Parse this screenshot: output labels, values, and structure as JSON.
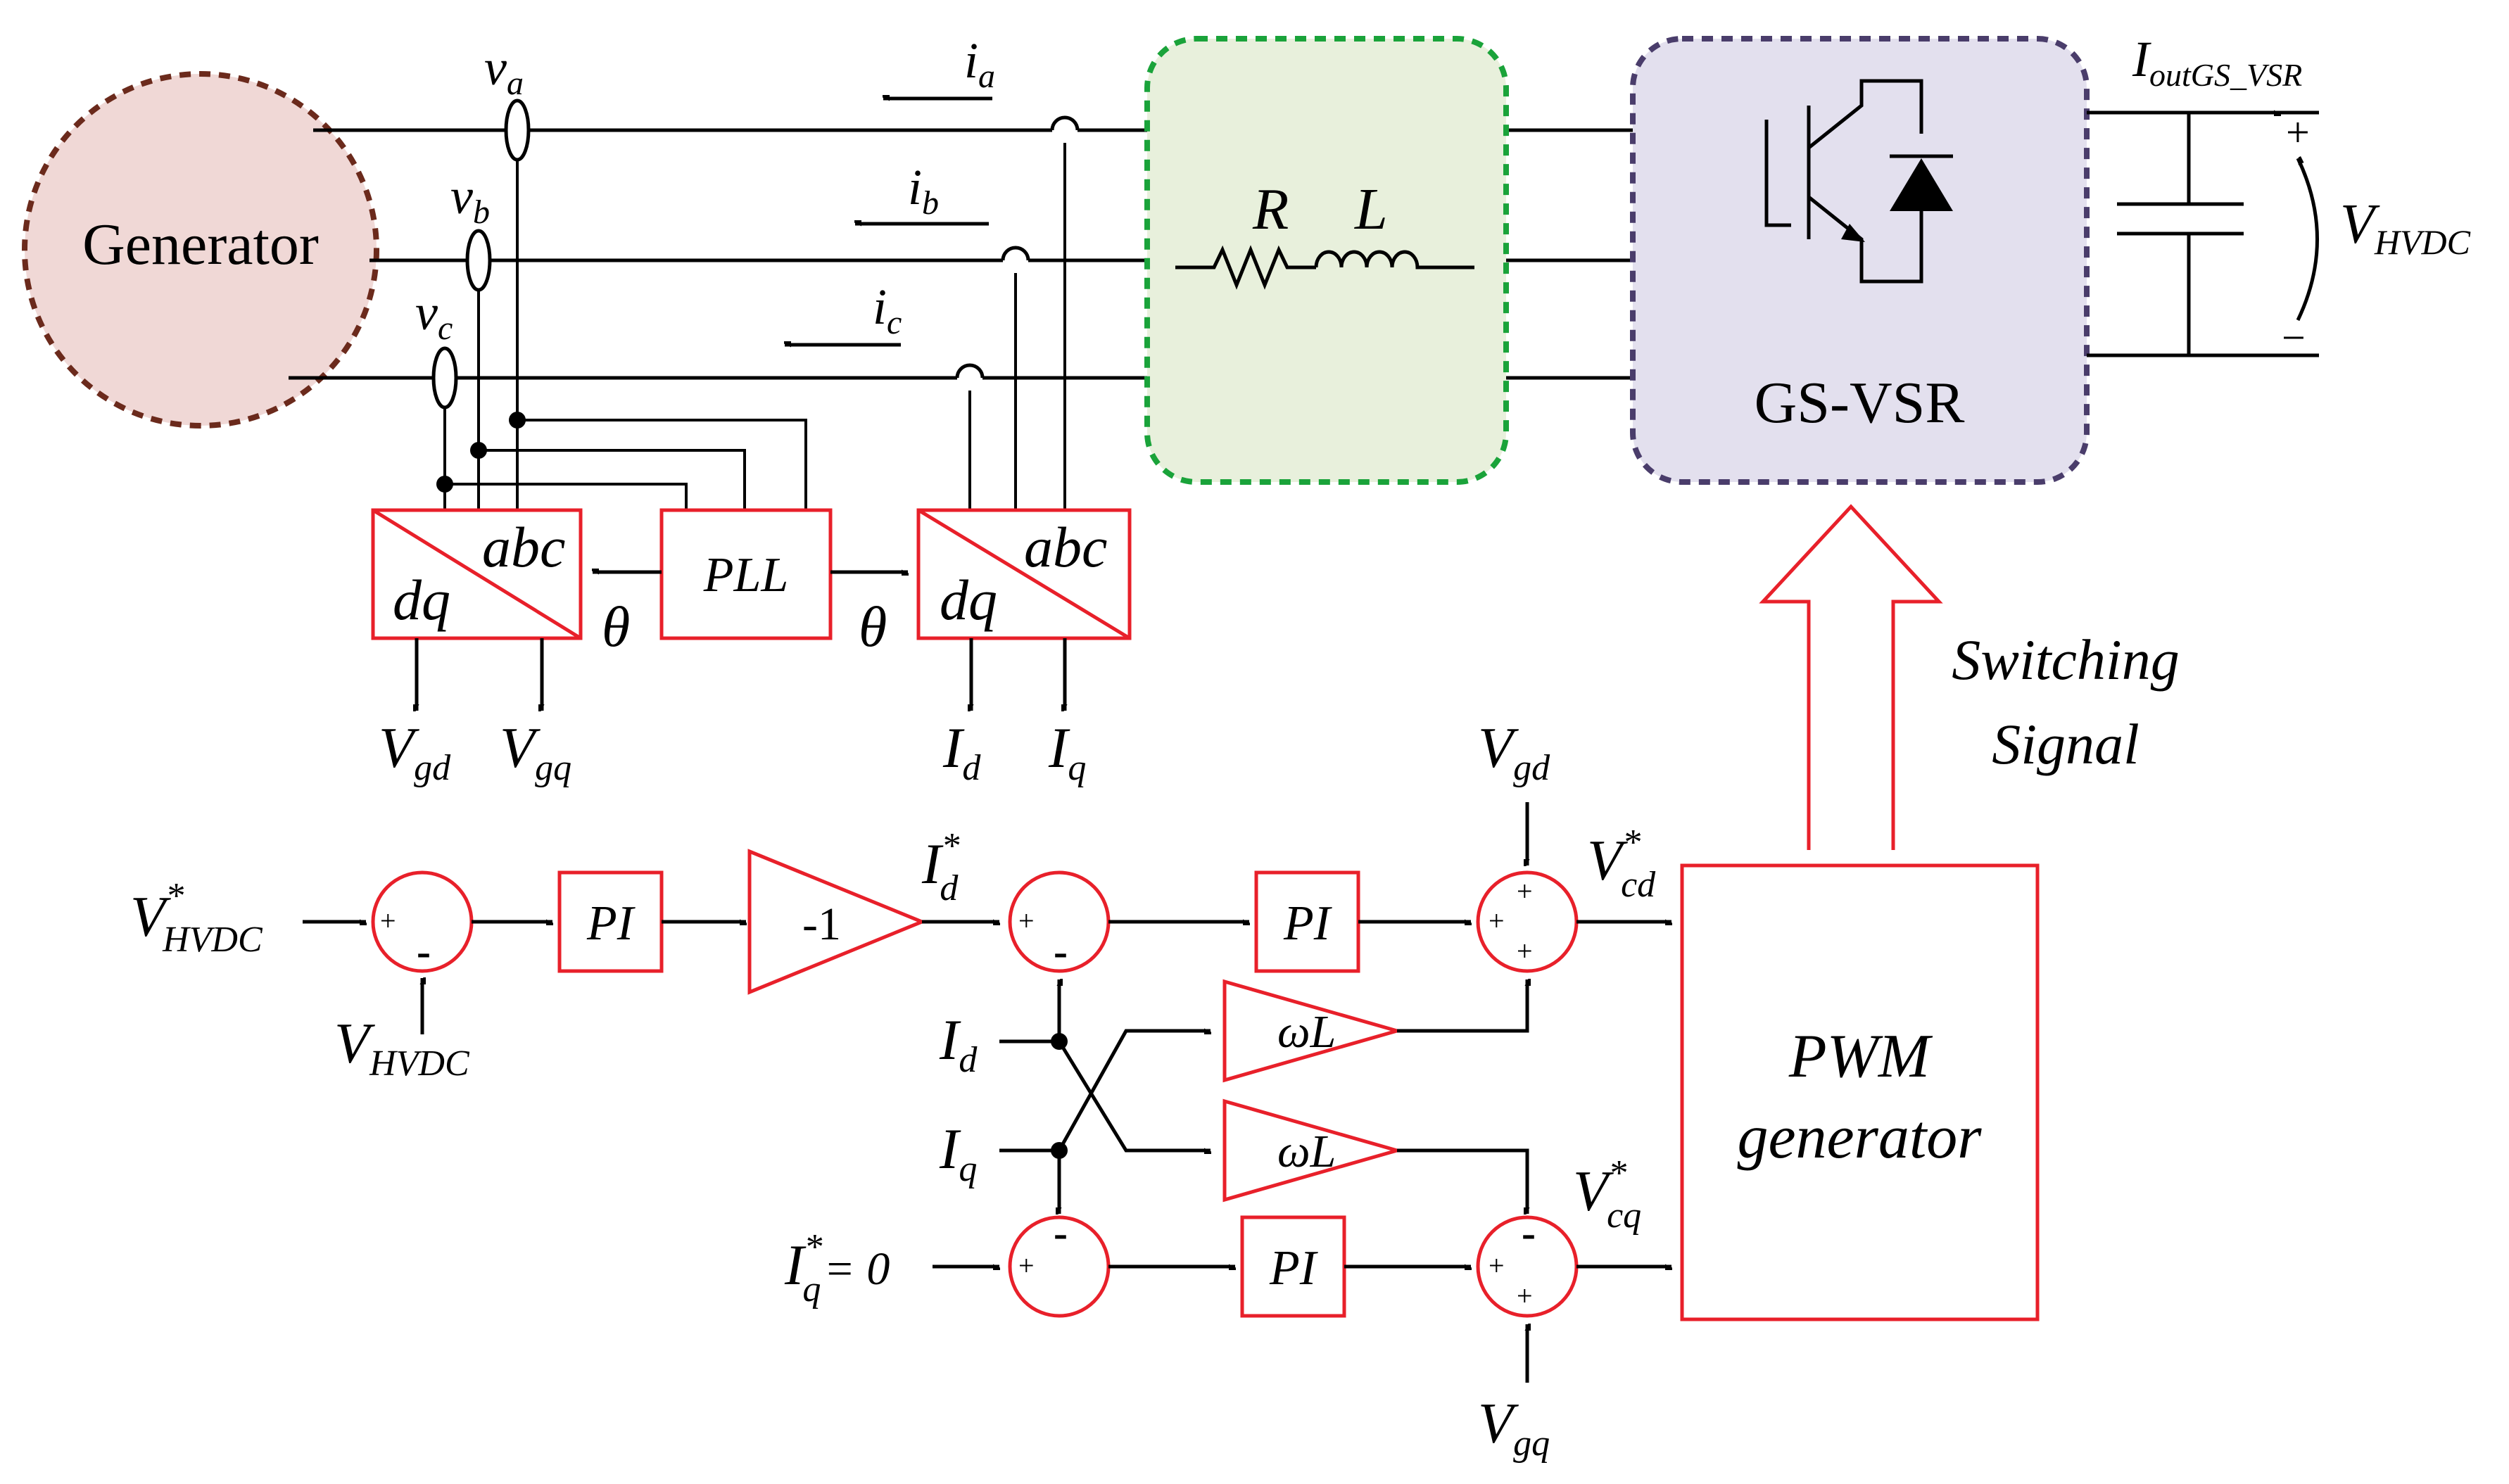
{
  "generator": {
    "label": "Generator"
  },
  "voltages": {
    "va": "v",
    "va_sub": "a",
    "vb": "v",
    "vb_sub": "b",
    "vc": "v",
    "vc_sub": "c"
  },
  "currents": {
    "ia": "i",
    "ia_sub": "a",
    "ib": "i",
    "ib_sub": "b",
    "ic": "i",
    "ic_sub": "c"
  },
  "filter": {
    "r": "R",
    "l": "L"
  },
  "converter": {
    "label": "GS-VSR"
  },
  "dc_link": {
    "i_out": "I",
    "i_out_sub": "outGS_VSR",
    "v": "V",
    "v_sub": "HVDC",
    "plus": "+",
    "minus": "−"
  },
  "transforms": {
    "left": {
      "abc": "abc",
      "dq": "dq",
      "theta": "θ",
      "out1": "V",
      "out1_sub": "gd",
      "out2": "V",
      "out2_sub": "gq"
    },
    "right": {
      "abc": "abc",
      "dq": "dq",
      "theta": "θ",
      "out1": "I",
      "out1_sub": "d",
      "out2": "I",
      "out2_sub": "q"
    }
  },
  "pll": {
    "label": "PLL"
  },
  "switching": {
    "line1": "Switching",
    "line2": "Signal"
  },
  "control": {
    "vhvdc_ref": "V",
    "vhvdc_ref_sup": "*",
    "vhvdc_ref_sub": "HVDC",
    "vhvdc_fb": "V",
    "vhvdc_fb_sub": "HVDC",
    "pi": "PI",
    "gain": "-1",
    "id_ref": "I",
    "id_ref_sup": "*",
    "id_ref_sub": "d",
    "id_fb": "I",
    "id_fb_sub": "d",
    "iq_fb": "I",
    "iq_fb_sub": "q",
    "iq_ref": "I",
    "iq_ref_sup": "*",
    "iq_ref_sub": "q",
    "iq_ref_val": "= 0",
    "wl": "ωL",
    "vgd": "V",
    "vgd_sub": "gd",
    "vgq": "V",
    "vgq_sub": "gq",
    "vcd": "V",
    "vcd_sup": "*",
    "vcd_sub": "cd",
    "vcq": "V",
    "vcq_sup": "*",
    "vcq_sub": "cq",
    "plus": "+",
    "minus": "-"
  },
  "pwm": {
    "line1": "PWM",
    "line2": "generator"
  },
  "colors": {
    "red": "#e8202a",
    "generator_fill": "#f0d8d6",
    "generator_border": "#6b2a1c",
    "filter_fill": "#e8f0dc",
    "filter_border": "#1aa33a",
    "vsr_fill": "#e3e0ee",
    "vsr_border": "#4a3d6b"
  }
}
